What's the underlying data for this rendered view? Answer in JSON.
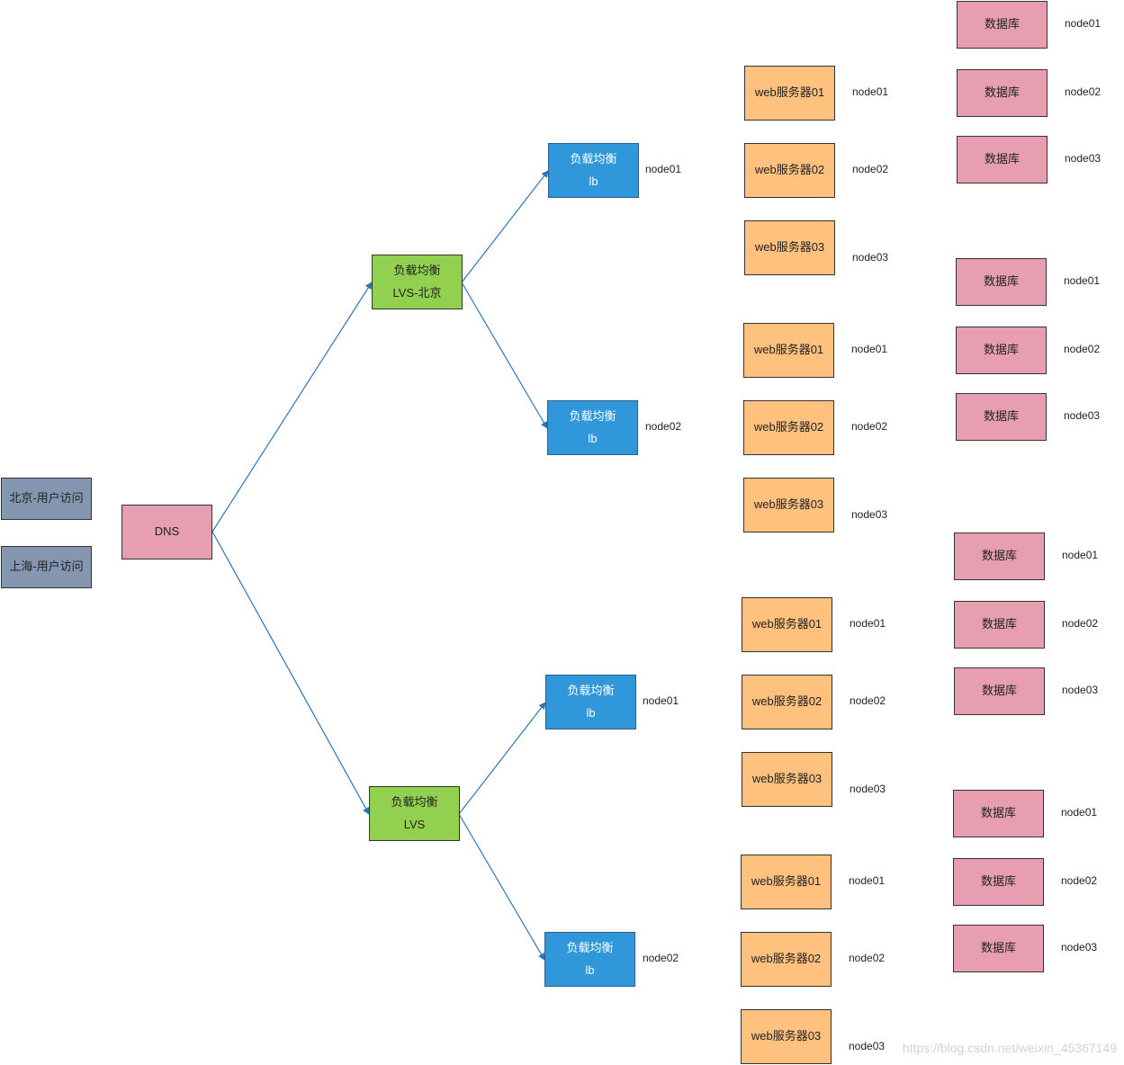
{
  "users": [
    {
      "label": "北京-用户访问"
    },
    {
      "label": "上海-用户访问"
    }
  ],
  "dns": {
    "label": "DNS"
  },
  "lvs": [
    {
      "line1": "负载均衡",
      "line2": "LVS-北京"
    },
    {
      "line1": "负载均衡",
      "line2": "LVS"
    }
  ],
  "lb": [
    {
      "line1": "负载均衡",
      "line2": "lb",
      "node": "node01"
    },
    {
      "line1": "负载均衡",
      "line2": "lb",
      "node": "node02"
    },
    {
      "line1": "负载均衡",
      "line2": "lb",
      "node": "node01"
    },
    {
      "line1": "负载均衡",
      "line2": "lb",
      "node": "node02"
    }
  ],
  "web_groups": [
    [
      {
        "label": "web服务器01",
        "node": "node01"
      },
      {
        "label": "web服务器02",
        "node": "node02"
      },
      {
        "label": "web服务器03",
        "node": "node03"
      }
    ],
    [
      {
        "label": "web服务器01",
        "node": "node01"
      },
      {
        "label": "web服务器02",
        "node": "node02"
      },
      {
        "label": "web服务器03",
        "node": "node03"
      }
    ],
    [
      {
        "label": "web服务器01",
        "node": "node01"
      },
      {
        "label": "web服务器02",
        "node": "node02"
      },
      {
        "label": "web服务器03",
        "node": "node03"
      }
    ],
    [
      {
        "label": "web服务器01",
        "node": "node01"
      },
      {
        "label": "web服务器02",
        "node": "node02"
      },
      {
        "label": "web服务器03",
        "node": "node03"
      }
    ]
  ],
  "db_groups": [
    [
      {
        "label": "数据库",
        "node": "node01"
      },
      {
        "label": "数据库",
        "node": "node02"
      },
      {
        "label": "数据库",
        "node": "node03"
      }
    ],
    [
      {
        "label": "数据库",
        "node": "node01"
      },
      {
        "label": "数据库",
        "node": "node02"
      },
      {
        "label": "数据库",
        "node": "node03"
      }
    ],
    [
      {
        "label": "数据库",
        "node": "node01"
      },
      {
        "label": "数据库",
        "node": "node02"
      },
      {
        "label": "数据库",
        "node": "node03"
      }
    ],
    [
      {
        "label": "数据库",
        "node": "node01"
      },
      {
        "label": "数据库",
        "node": "node02"
      },
      {
        "label": "数据库",
        "node": "node03"
      }
    ]
  ],
  "watermark": "https://blog.csdn.net/weixin_45367149",
  "colors": {
    "user": "#8496b0",
    "dns": "#e79eb1",
    "lvs": "#92d050",
    "lb": "#2f97da",
    "web": "#ffc17d",
    "db": "#e79eb1",
    "connector": "#2e75b6"
  }
}
